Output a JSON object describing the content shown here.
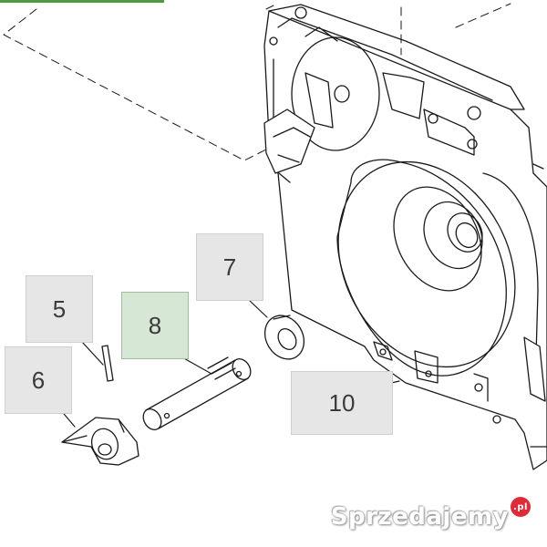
{
  "diagram": {
    "callouts": [
      {
        "label": "5",
        "highlighted": false
      },
      {
        "label": "6",
        "highlighted": false
      },
      {
        "label": "7",
        "highlighted": false
      },
      {
        "label": "8",
        "highlighted": true
      },
      {
        "label": "10",
        "highlighted": false
      }
    ]
  },
  "watermark": {
    "text": "Sprzedajemy",
    "suffix": ".pl"
  },
  "colors": {
    "line": "#1a1a1a",
    "callout_grey": "#e6e6e6",
    "callout_green": "#d7e7d5",
    "top_bar": "#4c9a3c",
    "watermark_accent": "#e02a38"
  }
}
